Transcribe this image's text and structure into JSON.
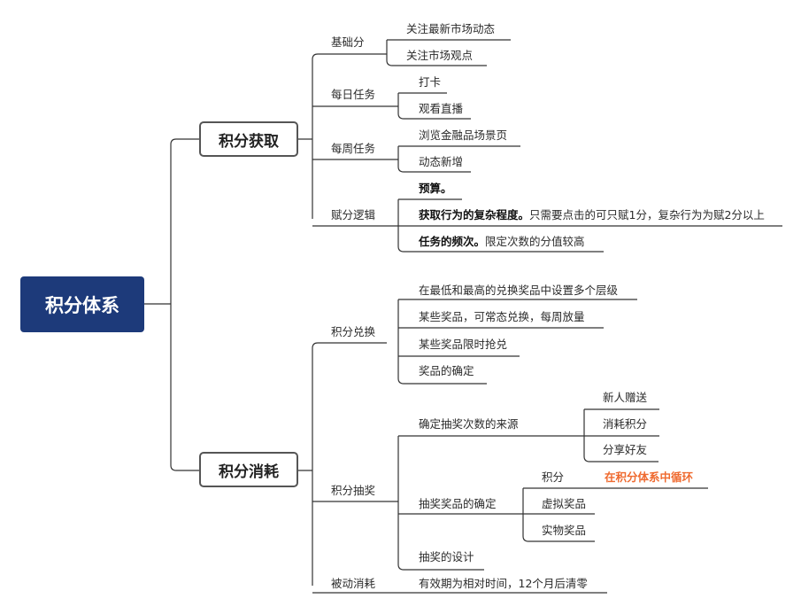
{
  "root": "积分体系",
  "acquire": {
    "title": "积分获取",
    "groups": [
      {
        "label": "基础分",
        "items": [
          "关注最新市场动态",
          "关注市场观点"
        ]
      },
      {
        "label": "每日任务",
        "items": [
          "打卡",
          "观看直播"
        ]
      },
      {
        "label": "每周任务",
        "items": [
          "浏览金融品场景页",
          "动态新增"
        ]
      },
      {
        "label": "赋分逻辑",
        "items": [
          {
            "bold": "预算。",
            "text": ""
          },
          {
            "bold": "获取行为的复杂程度。",
            "text": "只需要点击的可只赋1分，复杂行为为赋2分以上"
          },
          {
            "bold": "任务的频次。",
            "text": "限定次数的分值较高"
          }
        ]
      }
    ]
  },
  "consume": {
    "title": "积分消耗",
    "exchange": {
      "label": "积分兑换",
      "items": [
        "在最低和最高的兑换奖品中设置多个层级",
        "某些奖品，可常态兑换，每周放量",
        "某些奖品限时抢兑",
        "奖品的确定"
      ]
    },
    "lottery": {
      "label": "积分抽奖",
      "source": {
        "label": "确定抽奖次数的来源",
        "items": [
          "新人赠送",
          "消耗积分",
          "分享好友"
        ]
      },
      "prize": {
        "label": "抽奖奖品的确定",
        "points": "积分",
        "points_note": "在积分体系中循环",
        "virtual": "虚拟奖品",
        "physical": "实物奖品"
      },
      "design": "抽奖的设计"
    },
    "passive": {
      "label": "被动消耗",
      "item": "有效期为相对时间，12个月后清零"
    }
  },
  "colors": {
    "root_bg": "#1d3a7a",
    "line": "#333333",
    "highlight": "#ef6a2f"
  }
}
